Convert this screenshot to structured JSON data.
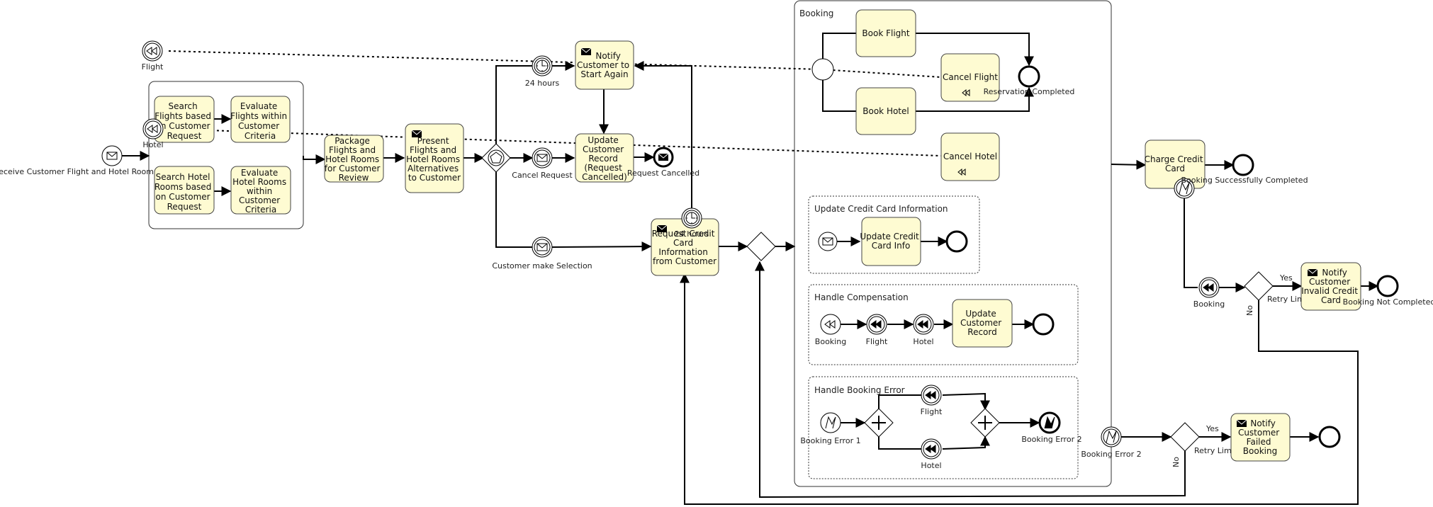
{
  "events": {
    "receive": "Receive Customer Flight and Hotel Room",
    "flight": "Flight",
    "hotel": "Hotel",
    "h24_top": "24 hours",
    "cancel_request": "Cancel Request",
    "request_cancelled": "Request Cancelled",
    "customer_selection": "Customer make Selection",
    "h24_mid": "24 hours",
    "reservation_completed": "Reservation Completed",
    "booking_success": "Booking Successfully Completed",
    "booking_boundary": "Booking",
    "booking_not_completed": "Booking Not Completed",
    "booking_error_2_boundary": "Booking Error 2",
    "comp_booking": "Booking",
    "comp_flight": "Flight",
    "comp_hotel": "Hotel",
    "err_booking_error_1": "Booking Error 1",
    "err_flight": "Flight",
    "err_hotel": "Hotel",
    "err_booking_error_2": "Booking Error 2"
  },
  "tasks": {
    "search_flights": [
      "Search",
      "Flights based",
      "on Customer",
      "Request"
    ],
    "evaluate_flights": [
      "Evaluate",
      "Flights within",
      "Customer",
      "Criteria"
    ],
    "search_hotels": [
      "Search Hotel",
      "Rooms based",
      "on Customer",
      "Request"
    ],
    "evaluate_hotels": [
      "Evaluate",
      "Hotel Rooms",
      "within",
      "Customer",
      "Criteria"
    ],
    "package": [
      "Package",
      "Flights and",
      "Hotel Rooms",
      "for Customer",
      "Review"
    ],
    "present": [
      "Present",
      "Flights and",
      "Hotel Rooms",
      "Alternatives",
      "to Customer"
    ],
    "notify_start": [
      "Notify",
      "Customer to",
      "Start Again"
    ],
    "update_record_cancel": [
      "Update",
      "Customer",
      "Record",
      "(Request",
      "Cancelled)"
    ],
    "request_card": [
      "Request Credit",
      "Card",
      "Information",
      "from Customer"
    ],
    "book_flight": [
      "Book Flight"
    ],
    "book_hotel": [
      "Book Hotel"
    ],
    "cancel_flight": [
      "Cancel Flight"
    ],
    "cancel_hotel": [
      "Cancel Hotel"
    ],
    "update_card_info": [
      "Update Credit",
      "Card Info"
    ],
    "update_customer_record": [
      "Update",
      "Customer",
      "Record"
    ],
    "charge_card": [
      "Charge Credit",
      "Card"
    ],
    "notify_invalid": [
      "Notify",
      "Customer",
      "Invalid Credit",
      "Card"
    ],
    "notify_failed": [
      "Notify",
      "Customer",
      "Failed",
      "Booking"
    ]
  },
  "containers": {
    "booking": "Booking",
    "update_card": "Update Credit Card Information",
    "compensation": "Handle Compensation",
    "booking_error": "Handle Booking Error"
  },
  "gateways": {
    "retry_1": "Retry Limit Reached?",
    "retry_2": "Retry Limit Reached?",
    "yes_1": "Yes",
    "no_1": "No",
    "yes_2": "Yes",
    "no_2": "No"
  }
}
